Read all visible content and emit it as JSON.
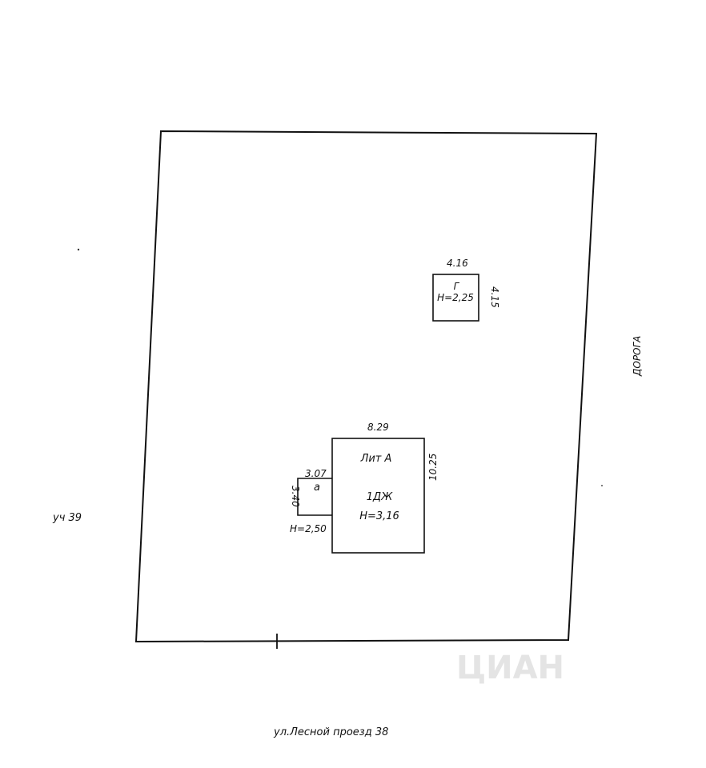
{
  "labels": {
    "neighbor_plot": "уч 39",
    "road": "ДОРОГА",
    "street": "ул.Лесной проезд 38"
  },
  "garage": {
    "name": "Г",
    "height": "H=2,25",
    "width_dim": "4.16",
    "depth_dim": "4.15"
  },
  "house": {
    "name": "Лит А",
    "floor_type": "1ДЖ",
    "height": "H=3,16",
    "width_dim": "8.29",
    "depth_dim": "10.25"
  },
  "annex": {
    "name": "а",
    "height": "H=2,50",
    "width_dim": "3.07",
    "depth_dim": "3.40"
  },
  "watermark": "ЦИАН"
}
